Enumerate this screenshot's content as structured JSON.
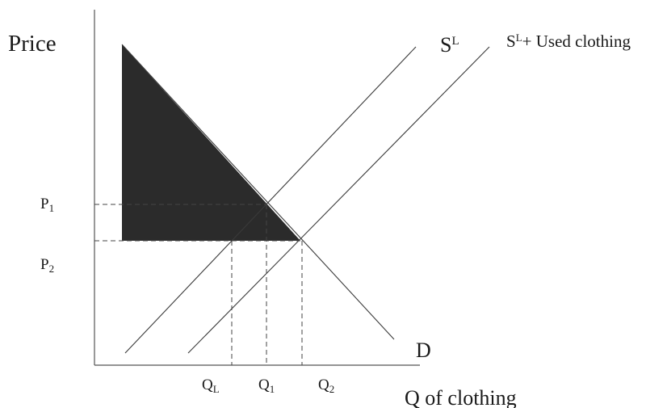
{
  "labels": {
    "y_axis": "Price",
    "x_axis": "Q of clothing",
    "supply_local": {
      "base": "S",
      "sup": "L"
    },
    "supply_total": {
      "base": "S",
      "sup": "L",
      "rest": "+ Used clothing"
    },
    "demand": "D",
    "p1": {
      "base": "P",
      "sub": "1"
    },
    "p2": {
      "base": "P",
      "sub": "2"
    },
    "q_l": {
      "base": "Q",
      "sub": "L"
    },
    "q_1": {
      "base": "Q",
      "sub": "1"
    },
    "q_2": {
      "base": "Q",
      "sub": "2"
    }
  },
  "colors": {
    "shaded_area": "#2b2b2b"
  }
}
